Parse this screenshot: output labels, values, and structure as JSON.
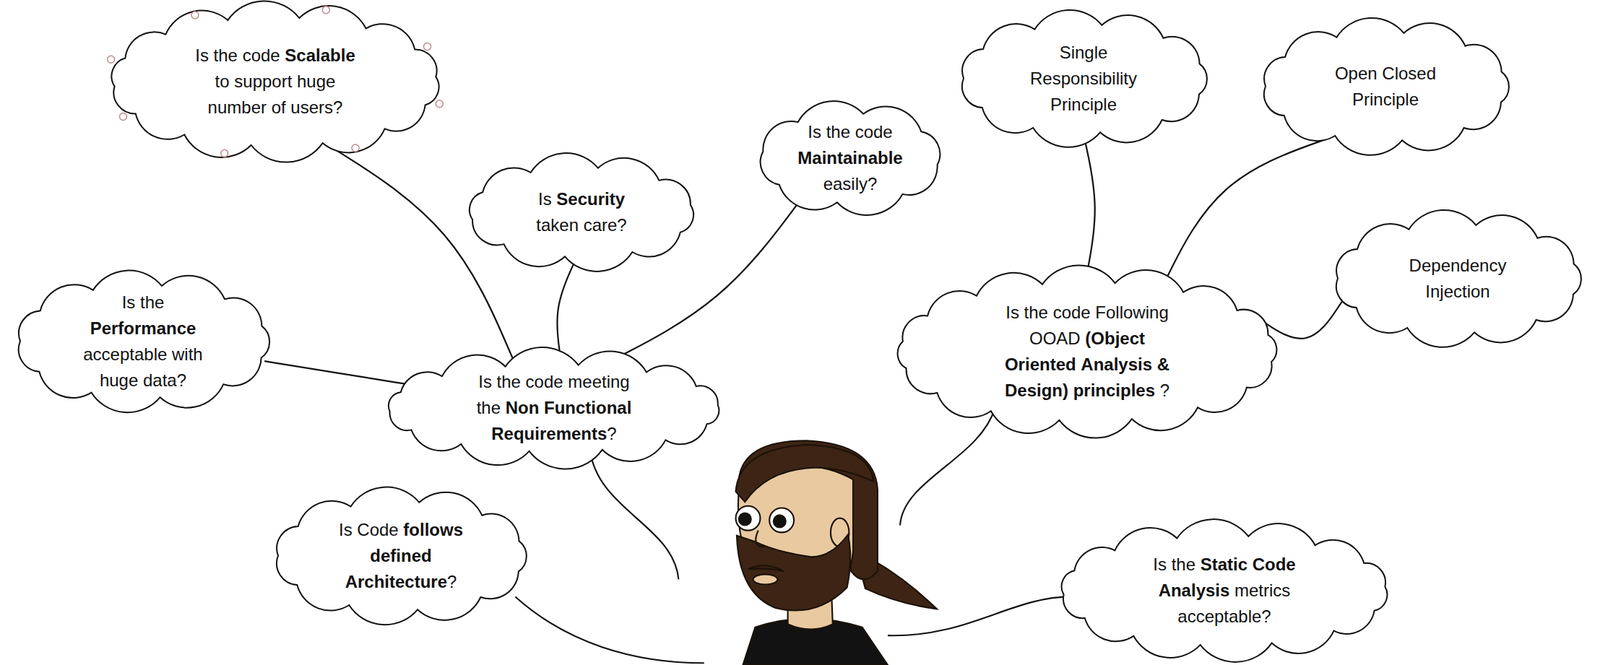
{
  "diagram": {
    "nodes": [
      {
        "text": [
          "Is the code Scalable to support huge number of users?"
        ]
      },
      {
        "text": [
          "Single Responsibility Principle"
        ]
      },
      {
        "text": [
          "Open Closed Principle"
        ]
      },
      {
        "text": [
          "Is the code Maintainable easily?"
        ]
      },
      {
        "text": [
          "Is Security taken care?"
        ]
      },
      {
        "text": [
          "Dependency Injection"
        ]
      },
      {
        "text": [
          "Is the Performance acceptable with huge data?"
        ]
      },
      {
        "text": [
          "Is the code Following OOAD (Object Oriented Analysis & Design) principles ?"
        ]
      },
      {
        "text": [
          "Is the code meeting the Non Functional Requirements?"
        ]
      },
      {
        "text": [
          "Is Code follows defined Architecture?"
        ]
      },
      {
        "text": [
          "Is the Static Code Analysis metrics acceptable?"
        ]
      }
    ],
    "edges": [
      {
        "from": 8,
        "to": 0,
        "arrow": "none"
      },
      {
        "from": 8,
        "to": 6,
        "arrow": "none"
      },
      {
        "from": 8,
        "to": 4,
        "arrow": "none"
      },
      {
        "from": 8,
        "to": 3,
        "arrow": "none"
      },
      {
        "from": 7,
        "to": 1,
        "arrow": "none"
      },
      {
        "from": 7,
        "to": 2,
        "arrow": "none"
      },
      {
        "from": 7,
        "to": 5,
        "arrow": "none"
      }
    ]
  }
}
